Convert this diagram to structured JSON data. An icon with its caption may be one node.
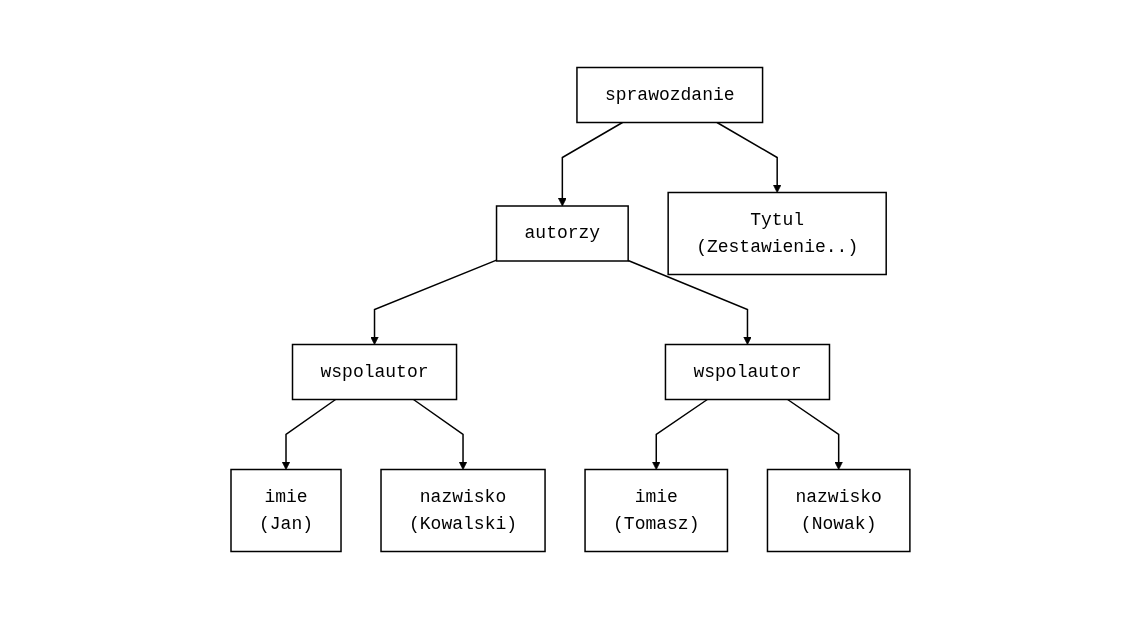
{
  "diagram": {
    "nodes": [
      {
        "text": [
          "sprawozdanie"
        ]
      },
      {
        "text": [
          "autorzy"
        ]
      },
      {
        "text": [
          "Tytul",
          "(Zestawienie..)"
        ]
      },
      {
        "text": [
          "wspolautor"
        ]
      },
      {
        "text": [
          "wspolautor"
        ]
      },
      {
        "text": [
          "imie",
          "(Jan)"
        ]
      },
      {
        "text": [
          "nazwisko",
          "(Kowalski)"
        ]
      },
      {
        "text": [
          "imie",
          "(Tomasz)"
        ]
      },
      {
        "text": [
          "nazwisko",
          "(Nowak)"
        ]
      }
    ],
    "edges": [
      {
        "from": 0,
        "to": 1,
        "arrow": "to"
      },
      {
        "from": 0,
        "to": 2,
        "arrow": "to"
      },
      {
        "from": 1,
        "to": 3,
        "arrow": "to"
      },
      {
        "from": 1,
        "to": 4,
        "arrow": "to"
      },
      {
        "from": 3,
        "to": 5,
        "arrow": "to"
      },
      {
        "from": 3,
        "to": 6,
        "arrow": "to"
      },
      {
        "from": 4,
        "to": 7,
        "arrow": "to"
      },
      {
        "from": 4,
        "to": 8,
        "arrow": "to"
      }
    ]
  }
}
